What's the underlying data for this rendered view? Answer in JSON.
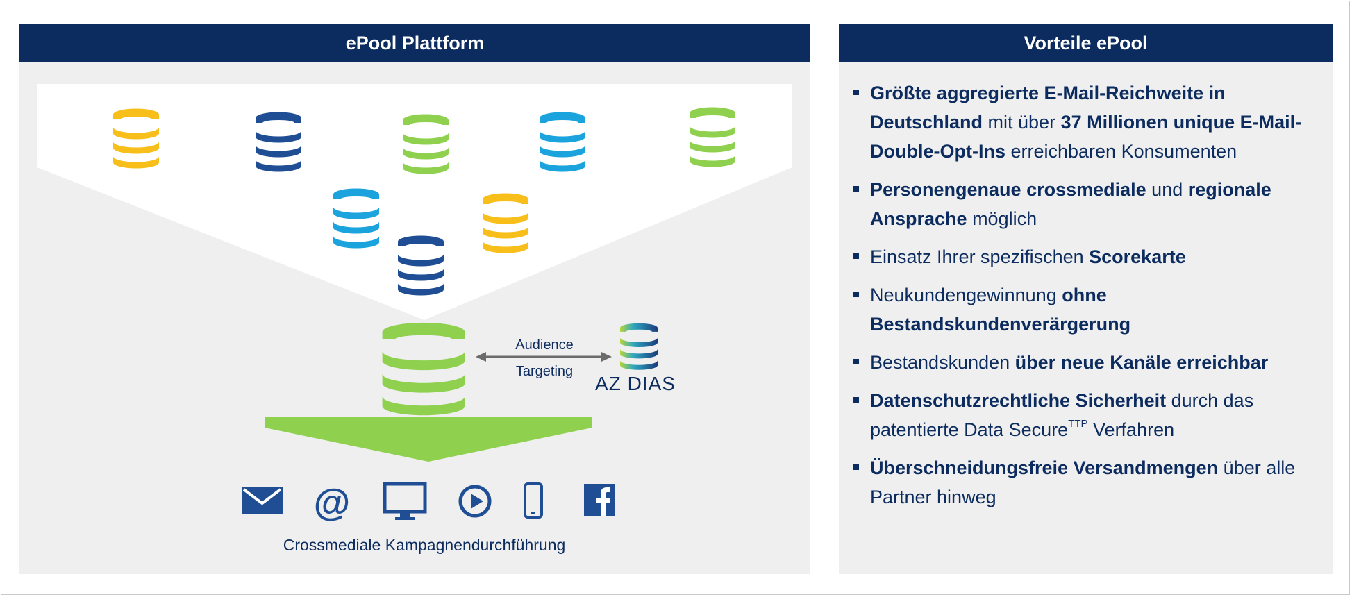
{
  "left_panel": {
    "title": "ePool Plattform",
    "audience_label_1": "Audience",
    "audience_label_2": "Targeting",
    "partner_logo_text": "AZ DIAS",
    "caption": "Crossmediale Kampagnendurchführung",
    "channel_icons": [
      "email-icon",
      "at-sign-icon",
      "monitor-icon",
      "play-icon",
      "smartphone-icon",
      "facebook-icon"
    ]
  },
  "right_panel": {
    "title": "Vorteile ePool",
    "items": [
      {
        "b1": "Größte aggregierte E-Mail-Reichweite in Deutschland",
        "t1": " mit über ",
        "b2": "37 Millionen unique E-Mail-Double-Opt-Ins",
        "t2": " erreichbaren Konsumenten"
      },
      {
        "b1": "Personengenaue crossmediale",
        "t1": " und ",
        "b2": "regionale Ansprache",
        "t2": " möglich"
      },
      {
        "t1": "Einsatz Ihrer spezifischen ",
        "b1": "Scorekarte"
      },
      {
        "t1": "Neukundengewinnung ",
        "b1": "ohne Bestandskundenverärgerung"
      },
      {
        "t1": "Bestandskunden ",
        "b1": "über neue Kanäle erreichbar"
      },
      {
        "b1": "Datenschutzrechtliche Sicherheit",
        "t1": " durch das patentierte Data Secure",
        "sup": "TTP",
        "t2": " Verfahren"
      },
      {
        "b1": "Überschneidungsfreie Versandmengen",
        "t1": " über alle Partner hinweg"
      }
    ]
  },
  "colors": {
    "navy": "#0c2b5e",
    "blue": "#1f4e94",
    "light_blue": "#1ba3dd",
    "green": "#8fd14f",
    "yellow": "#f8bf1b",
    "panel_bg": "#efefef"
  }
}
